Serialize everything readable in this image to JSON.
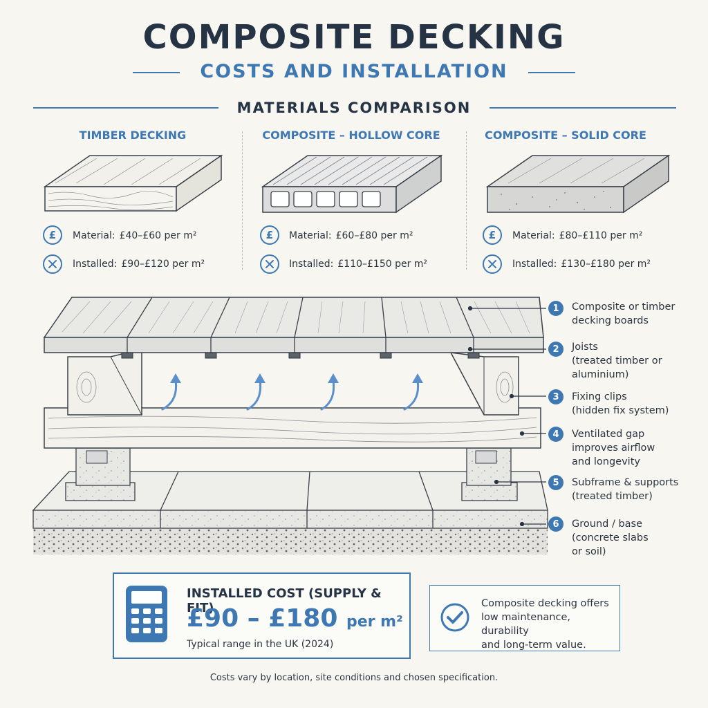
{
  "header": {
    "title": "COMPOSITE DECKING",
    "subtitle": "COSTS AND INSTALLATION"
  },
  "materials": {
    "section_title": "MATERIALS COMPARISON",
    "columns": [
      {
        "heading": "TIMBER DECKING",
        "material_label": "Material:",
        "material_price": "£40–£60 per m²",
        "installed_label": "Installed:",
        "installed_price": "£90–£120 per m²"
      },
      {
        "heading": "COMPOSITE – HOLLOW CORE",
        "material_label": "Material:",
        "material_price": "£60–£80 per m²",
        "installed_label": "Installed:",
        "installed_price": "£110–£150 per m²"
      },
      {
        "heading": "COMPOSITE – SOLID CORE",
        "material_label": "Material:",
        "material_price": "£80–£110 per m²",
        "installed_label": "Installed:",
        "installed_price": "£130–£180 per m²"
      }
    ],
    "currency_glyph": "£"
  },
  "callouts": [
    {
      "num": "1",
      "lines": [
        "Composite or timber",
        "decking boards"
      ]
    },
    {
      "num": "2",
      "lines": [
        "Joists",
        "(treated timber or",
        "aluminium)"
      ]
    },
    {
      "num": "3",
      "lines": [
        "Fixing clips",
        "(hidden fix system)"
      ]
    },
    {
      "num": "4",
      "lines": [
        "Ventilated gap",
        "improves airflow",
        "and longevity"
      ]
    },
    {
      "num": "5",
      "lines": [
        "Subframe & supports",
        "(treated timber)"
      ]
    },
    {
      "num": "6",
      "lines": [
        "Ground / base",
        "(concrete slabs",
        "or soil)"
      ]
    }
  ],
  "cost_box": {
    "heading": "INSTALLED COST (SUPPLY & FIT)",
    "value": "£90 – £180",
    "unit": "per m²",
    "note": "Typical range in the UK (2024)"
  },
  "value_box": {
    "lines": [
      "Composite decking offers",
      "low maintenance, durability",
      "and long-term value."
    ]
  },
  "footnote": "Costs vary by location, site conditions and chosen specification.",
  "icons": {
    "currency": "pound-coin-icon",
    "installed": "tools-icon",
    "calculator": "calculator-icon",
    "check": "checkmark-icon",
    "airflow": "airflow-arrow-icon"
  },
  "colors": {
    "accent": "#3e78b3",
    "heading": "#253345",
    "background": "#f7f6f1"
  }
}
